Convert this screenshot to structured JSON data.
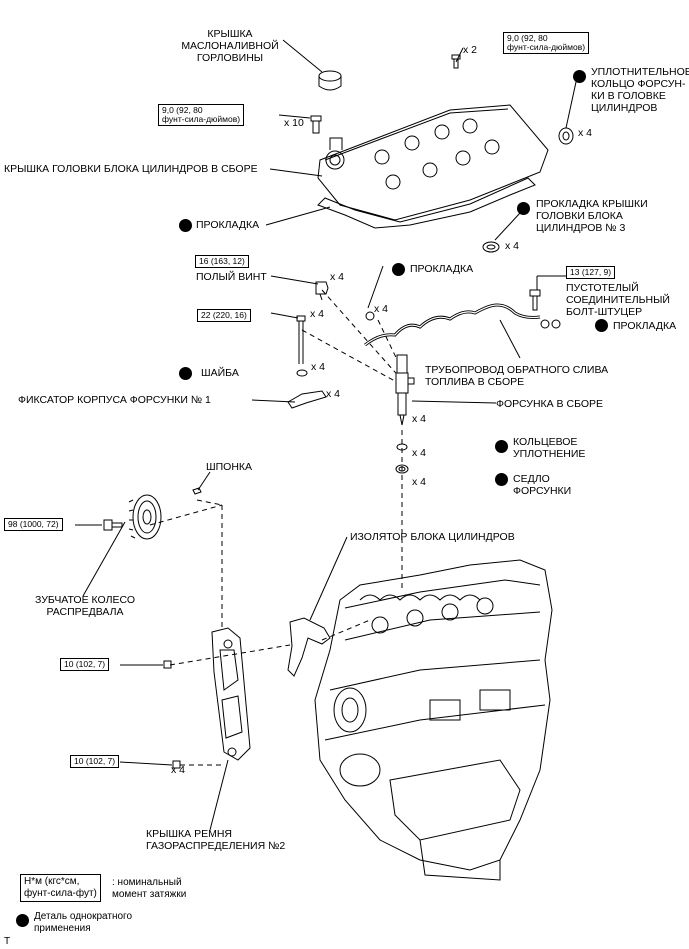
{
  "parts": {
    "oil_filler_cap": "КРЫШКА\nМАСЛОНАЛИВНОЙ\nГОРЛОВИНЫ",
    "head_cover_assy": "КРЫШКА ГОЛОВКИ БЛОКА ЦИЛИНДРОВ В СБОРЕ",
    "gasket_head_cover": "ПРОКЛАДКА",
    "injector_seal_ring": "УПЛОТНИТЕЛЬНОЕ\nКОЛЬЦО ФОРСУН-\nКИ В ГОЛОВКЕ\nЦИЛИНДРОВ",
    "head_cover_gasket_3": "ПРОКЛАДКА КРЫШКИ\nГОЛОВКИ БЛОКА\nЦИЛИНДРОВ № 3",
    "hollow_screw": "ПОЛЫЙ ВИНТ",
    "gasket_return": "ПРОКЛАДКА",
    "union_bolt": "ПУСТОТЕЛЫЙ\nСОЕДИНИТЕЛЬНЫЙ\nБОЛТ-ШТУЦЕР",
    "gasket_union": "ПРОКЛАДКА",
    "return_pipe": "ТРУБОПРОВОД ОБРАТНОГО СЛИВА\nТОПЛИВА В СБОРЕ",
    "washer": "ШАЙБА",
    "injector_clamp": "ФИКСАТОР КОРПУСА ФОРСУНКИ № 1",
    "injector_assy": "ФОРСУНКА В СБОРЕ",
    "o_ring": "КОЛЬЦЕВОЕ\nУПЛОТНЕНИЕ",
    "injector_seat": "СЕДЛО\nФОРСУНКИ",
    "key": "ШПОНКА",
    "camshaft_gear": "ЗУБЧАТОЕ КОЛЕСО\nРАСПРЕДВАЛА",
    "head_insulator": "ИЗОЛЯТОР БЛОКА ЦИЛИНДРОВ",
    "timing_cover_2": "КРЫШКА РЕМНЯ\nГАЗОРАСПРЕДЕЛЕНИЯ №2"
  },
  "torques": {
    "t_top": "9,0 (92, 80\nфунт-сила-дюймов)",
    "t_left": "9,0 (92, 80\nфунт-сила-дюймов)",
    "t_hollow": "16 (163, 12)",
    "t_bolt22": "22 (220, 16)",
    "t_union": "13 (127, 9)",
    "t_gear": "98 (1000, 72)",
    "t_cover_a": "10 (102, 7)",
    "t_cover_b": "10 (102, 7)"
  },
  "quantities": {
    "q_top": "x 2",
    "q_left": "x 10",
    "q_seal": "x 4",
    "q_gasket3": "x 4",
    "q_hollow": "x 4",
    "q_bolt22": "x 4",
    "q_washer": "x 4",
    "q_clamp": "x 4",
    "q_gasket_ret": "x 4",
    "q_injector": "x 4",
    "q_oring": "x 4",
    "q_seat": "x 4",
    "q_cover_b": "x 4"
  },
  "legend": {
    "torque_units": "Н*м (кгс*см,\nфунт-сила-фут)",
    "torque_desc": ": номинальный\nмомент затяжки",
    "non_reusable": "Деталь однократного\nприменения",
    "corner": "T"
  }
}
